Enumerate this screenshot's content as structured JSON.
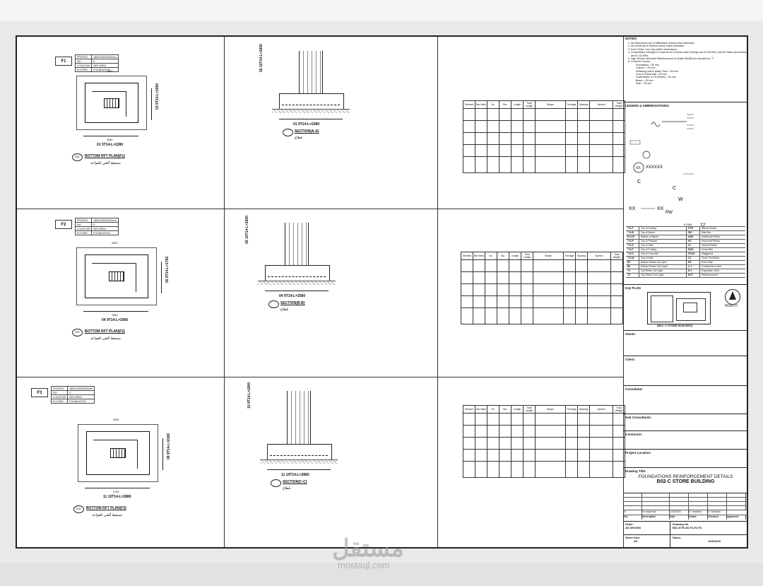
{
  "footings": [
    {
      "tag": "F1",
      "info": [
        [
          "PROFILE",
          "1600X1500X500mm"
        ],
        [
          "NO.",
          "6"
        ],
        [
          "LOCATION",
          "SEE AREA"
        ],
        [
          "FLOORS",
          "FOUNDATION"
        ]
      ],
      "plan_caption": "BOTTOM RFT PLAN(F1)",
      "plan_arabic": "مسقط أفقي للقواعد",
      "plan_ref": "B02",
      "dim_top": "1600",
      "dim_bottom": "1560",
      "bar_label": "01  9T14-L=2280",
      "side_label": "03  9T14-L=1580",
      "section_caption": "SECTION(A-A)",
      "section_arabic": "قطاع",
      "section_bar": "01  9T14-L=2280",
      "section_side": "02  10T14-L=1800"
    },
    {
      "tag": "F2",
      "info": [
        [
          "PROFILE",
          "1800X2500X500mm"
        ],
        [
          "NO.",
          "4"
        ],
        [
          "LOCATION",
          "SEE AREA"
        ],
        [
          "FLOORS",
          "FOUNDATION"
        ]
      ],
      "plan_caption": "BOTTOM RFT PLAN(F2)",
      "plan_arabic": "مسقط أفقي للقواعد",
      "plan_ref": "B02",
      "dim_top": "2500",
      "dim_bottom": "1560",
      "bar_label": "04  9T14-L=2580",
      "side_label": "05  8T14-L=1780",
      "section_caption": "SECTION(B-B)",
      "section_arabic": "قطاع",
      "section_bar": "04  9T14-L=2580",
      "section_side": "05  10T14-L=1800"
    },
    {
      "tag": "F3",
      "info": [
        [
          "PROFILE",
          "1800X2500X500mm"
        ],
        [
          "NO.",
          "4"
        ],
        [
          "LOCATION",
          "SEE AREA"
        ],
        [
          "FLOORS",
          "FOUNDATION"
        ]
      ],
      "plan_caption": "BOTTOM RFT PLAN(F3)",
      "plan_arabic": "مسقط أفقي للقواعد",
      "plan_ref": "B02",
      "dim_top": "2500",
      "dim_bottom": "2760",
      "bar_label": "11  10T14-L=2880",
      "side_label": "08  9T14-L=2180",
      "section_caption": "SECTION(C-C)",
      "section_arabic": "قطاع",
      "section_bar": "11  10T14-L=2880",
      "section_side": "10  9T14-L=1800"
    }
  ],
  "schedule_headers": [
    "Element",
    "Bar Mark",
    "No.",
    "Dia.",
    "Length",
    "Total Length",
    "Shape",
    "Tonnage",
    "Spacing",
    "Symbol",
    "Total Weight"
  ],
  "titleblock": {
    "notes_title": "NOTES:",
    "notes": [
      "All Dimensions are in Millimeters unless noted otherwise.",
      "All Levels are in Meters unless noted otherwise.",
      "Don't Scale, Use only written dimensions.",
      "Compressive strength of concrete for Columns and Footings are fc'=35 MPa, and for Slabs and Beams are fc'=32 MPa.",
      "High-Tensile deformed Reinforcement of Grade 60/460 are denoted by \"T\".",
      "Concrete Covers:"
    ],
    "covers": [
      "Foundation = 50 mm",
      "Column = 25 mm",
      "Retaining wall & Water Tank = 50 mm",
      "Core & Shear wall = 25 mm",
      "Grade Beam & Tie Beams = 50 mm",
      "Beam = 25 mm",
      "Slab = 25 mm"
    ],
    "legend_title": "LEGEND & ABBREVIATIONS:",
    "abbreviations_left": [
      [
        "T.O.F",
        "Top of Footing"
      ],
      [
        "T.O.B",
        "Top of Beam"
      ],
      [
        "B.O.B",
        "Bottom of Beam"
      ],
      [
        "T.O.P",
        "Top of Parapet"
      ],
      [
        "T.O.S",
        "Top of Slab"
      ],
      [
        "T.O.F",
        "Top of Footing"
      ],
      [
        "T.O.C",
        "Top of Concrete"
      ],
      [
        "T.O.W",
        "Top of Wall"
      ],
      [
        "B1",
        "Bottom Rebar 1st Layer"
      ],
      [
        "B2",
        "Bottom Rebar 2nd Layer"
      ],
      [
        "T1",
        "Top Rebar 1st Layer"
      ],
      [
        "T2",
        "Top Rebar 2nd Layer"
      ]
    ],
    "abbreviations_right": [
      [
        "STR",
        "Stirrup Rebar"
      ],
      [
        "SB",
        "Side Bar"
      ],
      [
        "ADD",
        "Additional Rebar"
      ],
      [
        "HZ",
        "Horizontal Rebar"
      ],
      [
        "VL",
        "Vertical Rebar"
      ],
      [
        "DWL",
        "Dowel Bar"
      ],
      [
        "STAG",
        "Staggered"
      ],
      [
        "C1",
        "Close Tie Rebar"
      ],
      [
        "ES",
        "Each Side"
      ],
      [
        "C.J",
        "Construction Joint"
      ],
      [
        "E.J",
        "Expansion Joint"
      ],
      [
        "EXT",
        "Reinforcement"
      ]
    ],
    "key_plan": "Key PLAN",
    "north": "NORTH",
    "key_caption": "(B02- C STORE BUILDING)",
    "owner": "Owner:",
    "client": "Client:",
    "consultant": "Consultant:",
    "sub_consultants": "Sub Consultants:",
    "contractor": "Contractor:",
    "project_location": "Project Location:",
    "drawing_title_label": "Drawing Title:",
    "drawing_title_1": "FOUNDATIONS REINFORCEMENT DETAILS",
    "drawing_title_2": "B02-C STORE BUILDING",
    "rev_row": [
      "00",
      "For Approval",
      "14/5/2025",
      "E. Haddara",
      "E. Haddara"
    ],
    "rev_headers": [
      "Rev.",
      "Description",
      "Date",
      "Drawn",
      "Checked",
      "Approved"
    ],
    "scale_label": "Scale:",
    "scale_value": "AS SHOWN",
    "drawing_no_label": "Drawing No.",
    "drawing_no": "B02-STR-SD-F1,F2,F3",
    "sheet_size_label": "Sheet Size:",
    "sheet_size": "A0",
    "dates_label": "Dates:",
    "dates_value": "14/5/2025"
  },
  "watermark": {
    "arabic": "مستقل",
    "latin": "mostaql.com"
  }
}
